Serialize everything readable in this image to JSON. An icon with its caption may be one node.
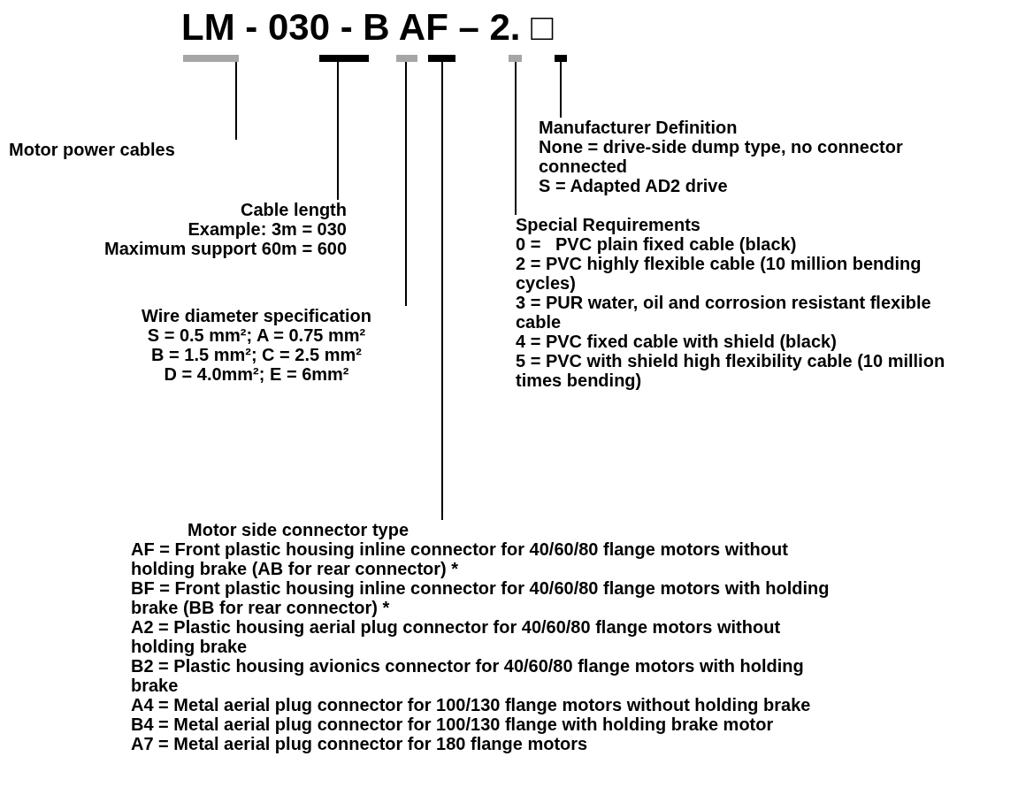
{
  "diagram": {
    "title": "LM - 030 - B AF – 2. □",
    "nodes": [
      {
        "text": [],
        "shape": "bar"
      },
      {
        "text": [],
        "shape": "bar"
      },
      {
        "text": [],
        "shape": "bar"
      },
      {
        "text": [],
        "shape": "bar"
      },
      {
        "text": [],
        "shape": "bar"
      },
      {
        "text": [],
        "shape": "bar"
      },
      {
        "text": [
          "Motor power cables"
        ]
      },
      {
        "text": [
          "Cable length",
          "Example: 3m = 030",
          "Maximum support 60m = 600"
        ]
      },
      {
        "text": [
          "Wire diameter specification",
          "S = 0.5 mm²; A = 0.75 mm²",
          "B = 1.5 mm²; C = 2.5 mm²",
          "D = 4.0mm²; E = 6mm²"
        ]
      },
      {
        "text": [
          "Motor side connector type",
          "AF = Front plastic housing inline connector for 40/60/80 flange motors without holding brake (AB for rear connector) *",
          "BF = Front plastic housing inline connector for 40/60/80 flange motors with holding brake (BB for rear connector) *",
          "A2 = Plastic housing aerial plug connector for 40/60/80 flange motors without holding brake",
          "B2 = Plastic housing avionics connector for 40/60/80 flange motors with holding brake",
          "A4 = Metal aerial plug connector for 100/130 flange motors without holding brake",
          "B4 = Metal aerial plug connector for 100/130 flange with holding brake motor",
          "A7 = Metal aerial plug connector for 180 flange motors"
        ]
      },
      {
        "text": [
          "Special Requirements",
          "0 =   PVC plain fixed cable (black)",
          "2 = PVC highly flexible cable (10 million bending cycles)",
          "3 = PUR water, oil and corrosion resistant flexible cable",
          "4 = PVC fixed cable with shield (black)",
          "5 = PVC with shield high flexibility cable (10 million times bending)"
        ]
      },
      {
        "text": [
          "Manufacturer Definition",
          "None = drive-side dump type, no connector connected",
          "S = Adapted AD2 drive"
        ]
      }
    ],
    "edges": [
      {
        "from": 6,
        "to": 0,
        "arrow": "none"
      },
      {
        "from": 7,
        "to": 1,
        "arrow": "none"
      },
      {
        "from": 8,
        "to": 2,
        "arrow": "none"
      },
      {
        "from": 9,
        "to": 3,
        "arrow": "none"
      },
      {
        "from": 10,
        "to": 4,
        "arrow": "none"
      },
      {
        "from": 11,
        "to": 5,
        "arrow": "none"
      }
    ]
  }
}
